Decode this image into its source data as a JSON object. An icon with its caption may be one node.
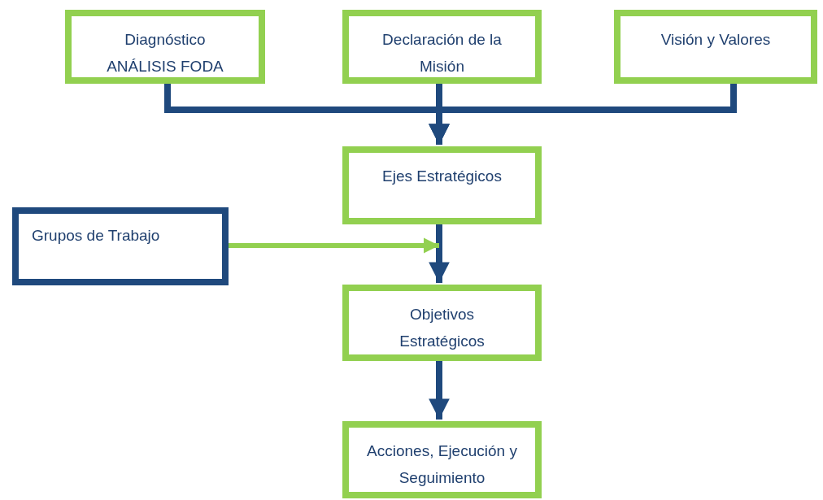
{
  "diagram": {
    "nodes": [
      {
        "text": [
          "Diagnóstico ANÁLISIS FODA"
        ]
      },
      {
        "text": [
          "Declaración de la Misión"
        ]
      },
      {
        "text": [
          "Visión y Valores"
        ]
      },
      {
        "text": [
          "Ejes Estratégicos"
        ]
      },
      {
        "text": [
          "Grupos de Trabajo"
        ]
      },
      {
        "text": [
          "Objetivos Estratégicos"
        ]
      },
      {
        "text": [
          "Acciones, Ejecución y Seguimiento"
        ]
      }
    ],
    "edges": [
      {
        "from": 0,
        "to": 3,
        "arrow": "to"
      },
      {
        "from": 1,
        "to": 3,
        "arrow": "to"
      },
      {
        "from": 2,
        "to": 3,
        "arrow": "to"
      },
      {
        "from": 3,
        "to": 5,
        "arrow": "to"
      },
      {
        "from": 4,
        "to": 3,
        "arrow": "to",
        "color": "#92d050"
      },
      {
        "from": 5,
        "to": 6,
        "arrow": "to"
      }
    ]
  }
}
